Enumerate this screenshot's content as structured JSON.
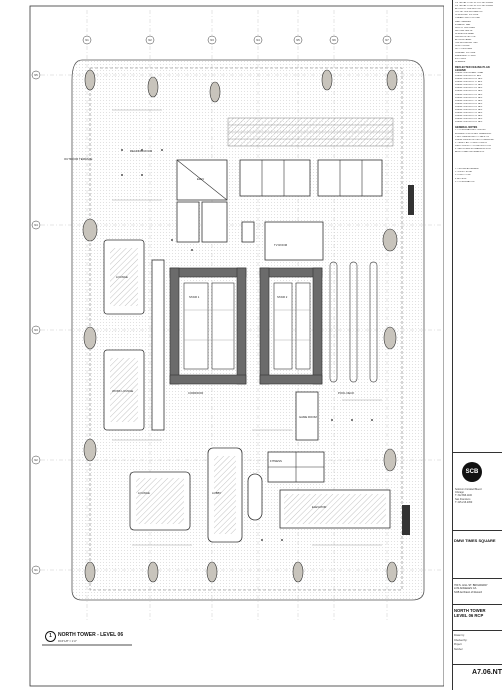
{
  "colors": {
    "ink": "#333333",
    "wall": "#6b6b6b",
    "column": "#c8c4bc",
    "hatch": "#9a9a9a",
    "bg": "#ffffff"
  },
  "view": {
    "bubble": "1",
    "title": "NORTH TOWER - LEVEL 06",
    "scale": "RCP 1/8\" = 1'-0\""
  },
  "grid_labels": {
    "rows": [
      "N5",
      "N4",
      "N3",
      "N2",
      "N1"
    ],
    "cols": [
      "N1",
      "N2",
      "N3",
      "N4",
      "N5",
      "N6",
      "N7"
    ]
  },
  "room_labels": [
    {
      "key": "terrace_w",
      "text": "OUTDOOR TERRACE"
    },
    {
      "key": "reading",
      "text": "READING ROOM"
    },
    {
      "key": "elev_n",
      "text": "ELEV"
    },
    {
      "key": "stair_1",
      "text": "STAIR 1"
    },
    {
      "key": "stair_2",
      "text": "STAIR 2"
    },
    {
      "key": "lounge_w",
      "text": "LOUNGE"
    },
    {
      "key": "work_lounge",
      "text": "WORK LOUNGE"
    },
    {
      "key": "corridor",
      "text": "CORRIDOR"
    },
    {
      "key": "pool_deck",
      "text": "POOL DECK"
    },
    {
      "key": "tv_room",
      "text": "TV ROOM"
    },
    {
      "key": "game_room",
      "text": "GAME ROOM"
    },
    {
      "key": "fitness",
      "text": "FITNESS"
    },
    {
      "key": "lobby",
      "text": "LOBBY"
    },
    {
      "key": "lounge_s",
      "text": "LOUNGE"
    },
    {
      "key": "elevator",
      "text": "ELEVATOR"
    }
  ],
  "legend": {
    "items": [
      "1/4\" METAL STUD W/ GYP BD FINISH",
      "3/4\" METAL STUD W/ GYP BD FINISH",
      "ACOUSTIC CEILING TILE",
      "GYP BD CEILING PAINTED",
      "DOWNLIGHT FIXTURE",
      "LINEAR LIGHT FIXTURE",
      "WALL WASHER",
      "EXHAUST FAN",
      "SUPPLY DIFFUSER",
      "RETURN GRILLE",
      "SPRINKLER HEAD",
      "SMOKE DETECTOR",
      "ACCESS PANEL",
      "CEILING HEIGHT TAG",
      "SOFFIT EDGE",
      "SLOT DIFFUSER",
      "PENDANT FIXTURE",
      "EMERGENCY LIGHT",
      "EXIT SIGN",
      "SPEAKER"
    ],
    "reflected_heading": "REFLECTED CEILING PLAN LEGEND",
    "reflected_items": [
      "FINISH CEILING ABV. SLAB",
      "FINISH CEILING 9'-0\" AFF",
      "FINISH CEILING 10'-0\" AFF",
      "FINISH CEILING 11'-0\" AFF",
      "FINISH CEILING 12'-0\" AFF",
      "FINISH CEILING 13'-0\" AFF",
      "FINISH CEILING 14'-0\" AFF",
      "FINISH CEILING 15'-0\" AFF",
      "FINISH CEILING 16'-0\" AFF",
      "FINISH CEILING 17'-0\" AFF",
      "FINISH CEILING 18'-0\" AFF",
      "FINISH CEILING 19'-0\" AFF",
      "FINISH CEILING 20'-0\" AFF",
      "FINISH CEILING 21'-0\" AFF",
      "FINISH CEILING 22'-0\" AFF",
      "FINISH CEILING 23'-0\" AFF",
      "FINISH CEILING 24'-0\" AFF"
    ],
    "notes_heading": "GENERAL NOTES",
    "notes": [
      "1. COORDINATE ALL CEILING",
      "ELEMENTS WITH MEP DRAWINGS.",
      "2. ALL DIMENSIONS TO FACE OF",
      "FINISH UNLESS NOTED OTHERWISE.",
      "3. VERIFY ALL CONDITIONS IN",
      "FIELD PRIOR TO CONSTRUCTION.",
      "4. SEE INTERIOR DRAWINGS FOR",
      "ADDITIONAL INFORMATION."
    ],
    "bottom_items": [
      "1. CEILING ALIGNMENT",
      "2. SOFFIT EDGE",
      "3. LIGHT COVE",
      "4. ACCESS",
      "5. COORDINATION"
    ]
  },
  "titleblock": {
    "logo": "SCB",
    "firm": [
      "Solomon Cordwell Buenz",
      "Chicago",
      "T: 312.896.1100",
      "San Francisco",
      "T: 415.216.2450"
    ],
    "project": "DMW TIMES SQUARE",
    "address": [
      "700 S. HILL ST. BROADWAY",
      "LOS ANGELES CA",
      "SCB Architect of Record"
    ],
    "sheet_title": [
      "NORTH TOWER",
      "LEVEL 06 RCP"
    ],
    "meta": [
      "Drawn by:",
      "Checked by:",
      "Project:",
      "Number:"
    ],
    "sheet_number": "A7.06.NT"
  }
}
